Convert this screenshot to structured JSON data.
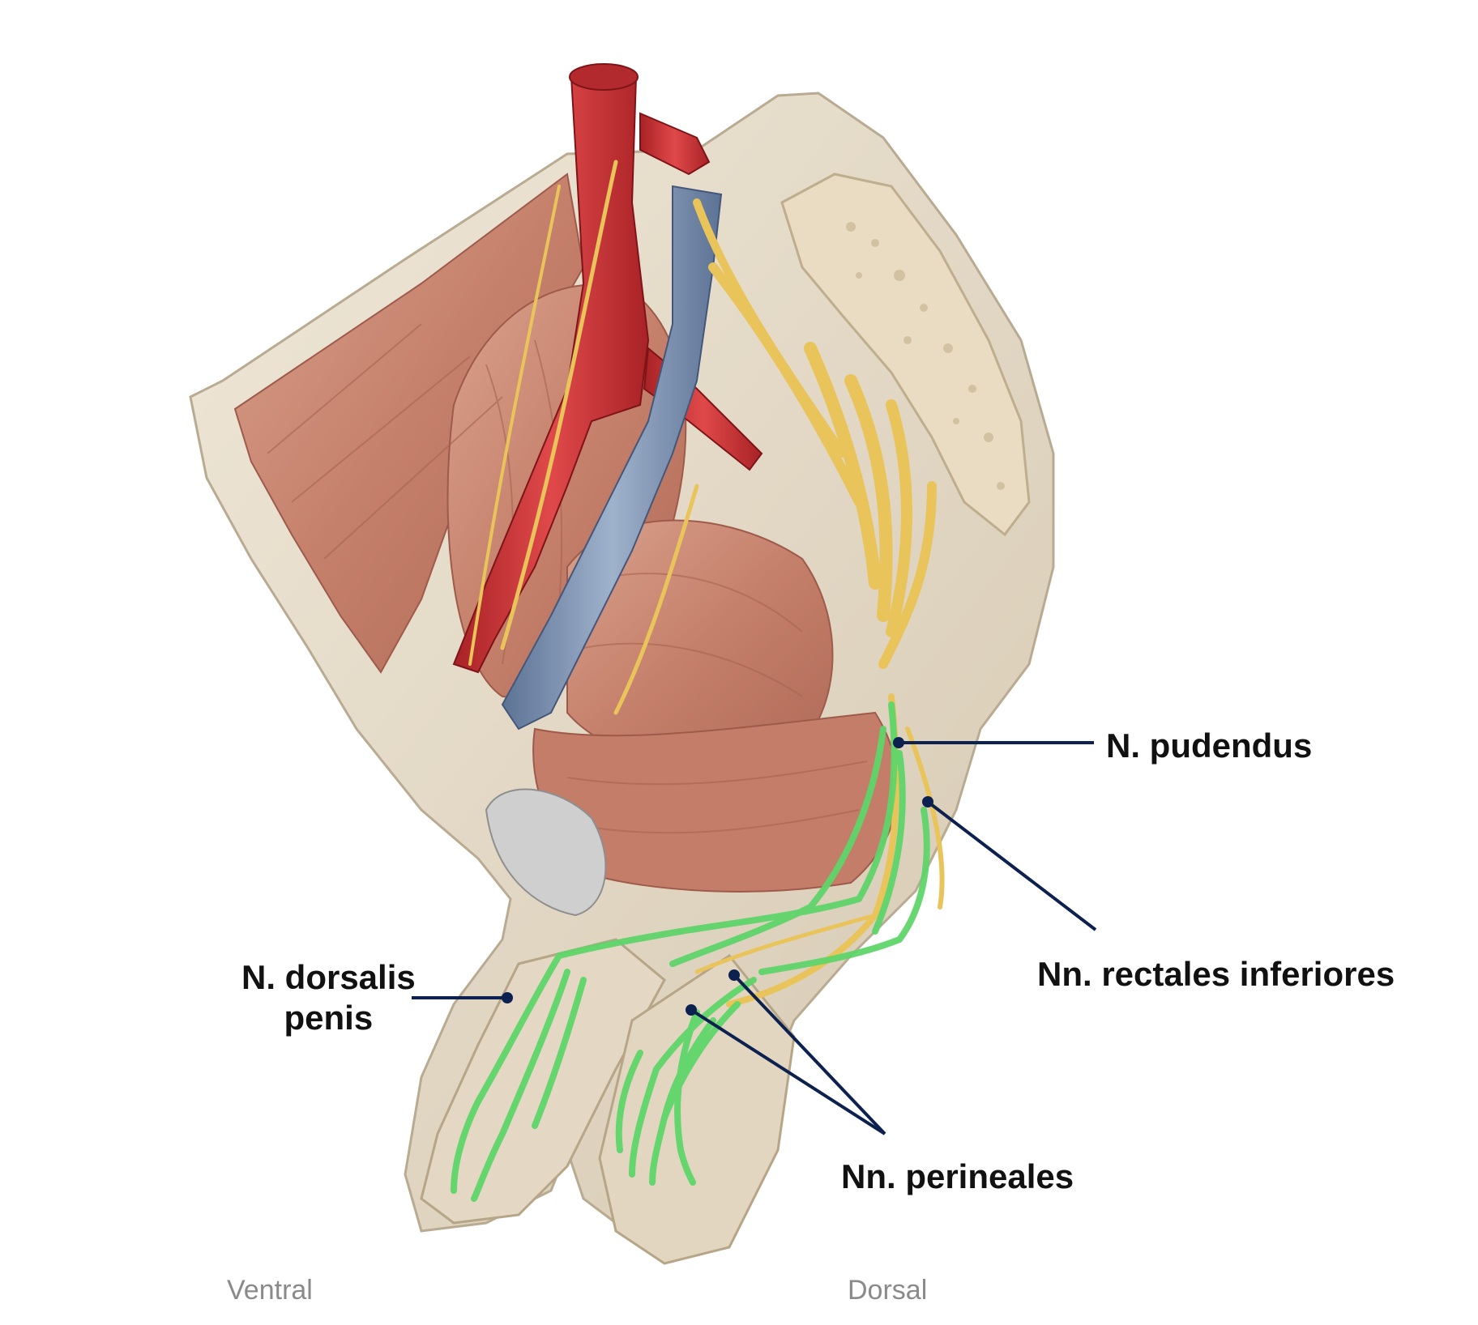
{
  "labels": {
    "n_pudendus": "N. pudendus",
    "nn_rectales_inferiores": "Nn. rectales inferiores",
    "nn_perineales": "Nn. perineales",
    "n_dorsalis_penis_line1": "N. dorsalis",
    "n_dorsalis_penis_line2": "penis"
  },
  "orientation": {
    "ventral": "Ventral",
    "dorsal": "Dorsal"
  },
  "colors": {
    "leader_line": "#0d2150",
    "highlight_nerve": "#5fd56a",
    "nerve": "#e8c45a",
    "artery": "#d0363a",
    "vein": "#7d93b3",
    "muscle": "#c98a76",
    "bone": "#e6dccb"
  }
}
